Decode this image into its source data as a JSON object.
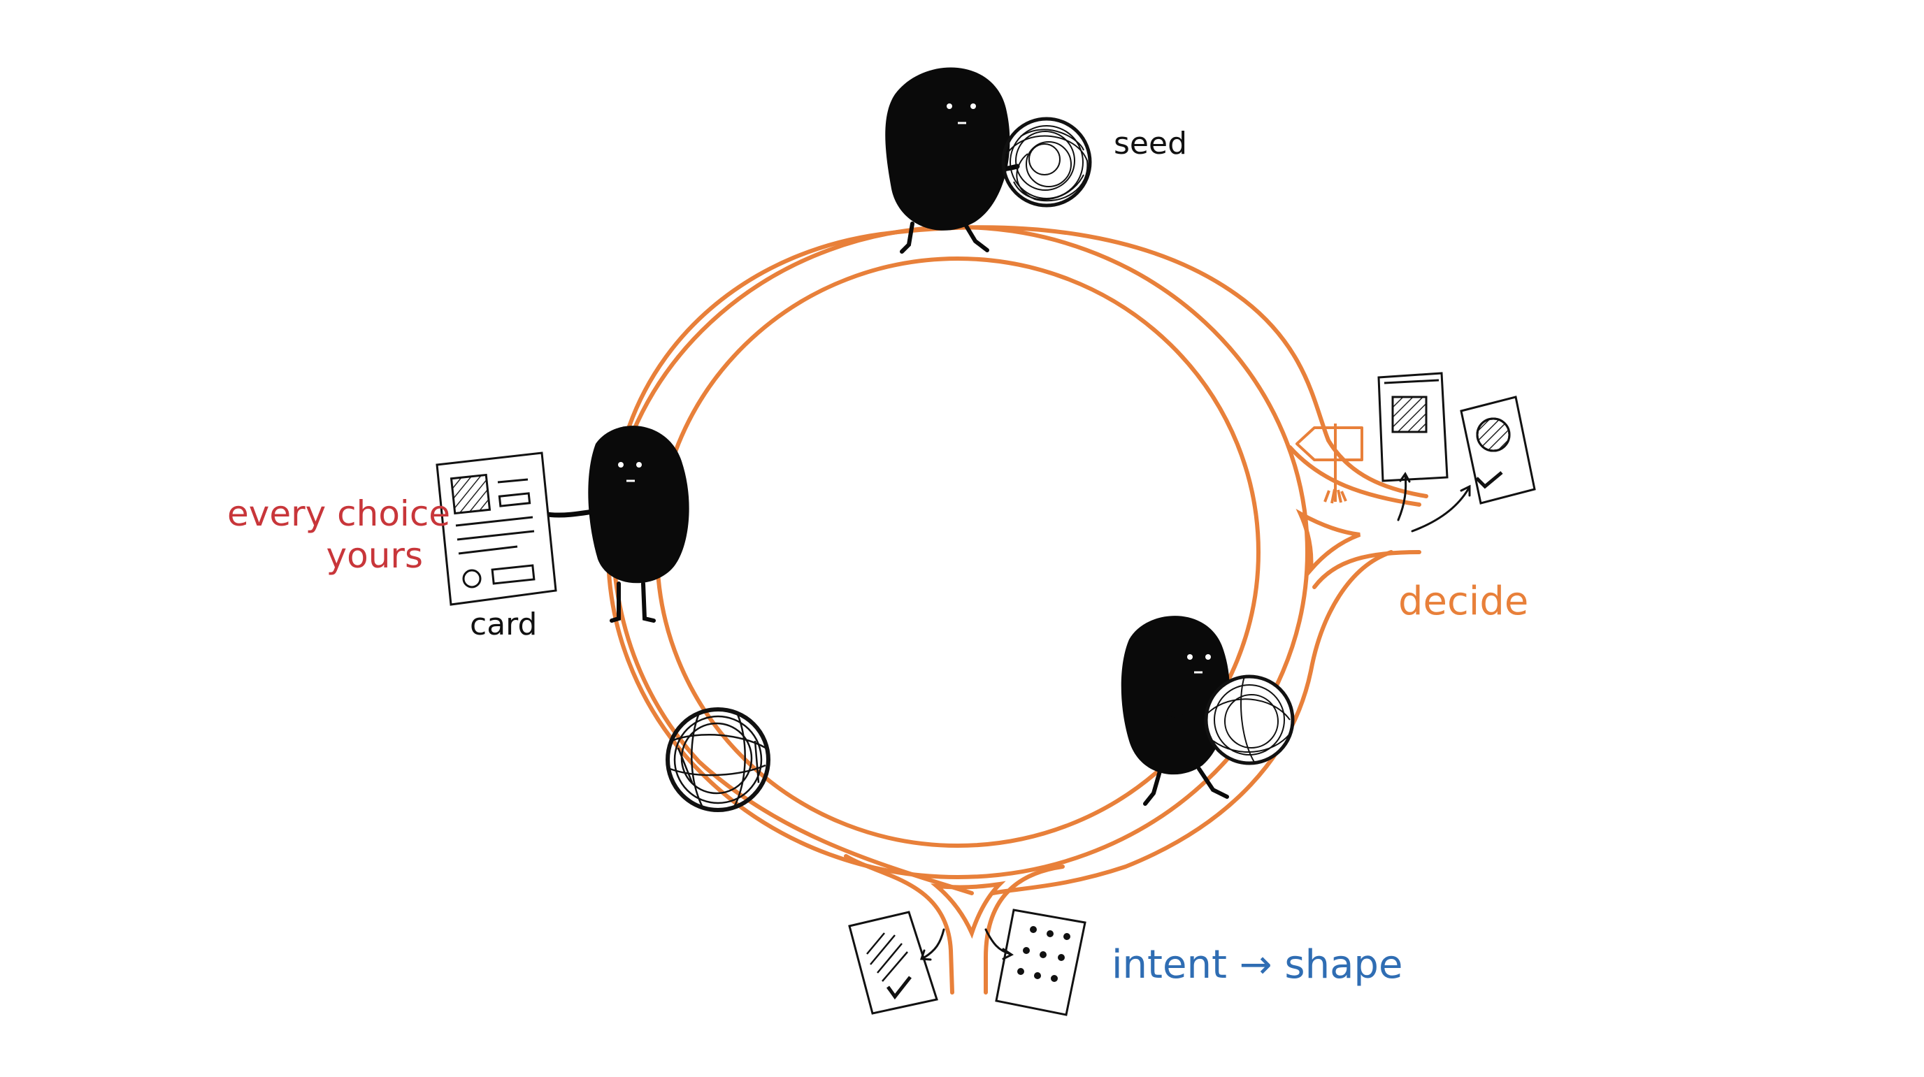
{
  "labels": {
    "seed": "seed",
    "card": "card",
    "every_choice_line1": "every choice",
    "every_choice_line2": "yours",
    "decide": "decide",
    "intent_to_shape": "intent → shape"
  },
  "colors": {
    "loop": "#e8803a",
    "creature": "#0a0a0a",
    "ink": "#1a1a1a",
    "red_text": "#c8363a",
    "orange_text": "#e8803a",
    "blue_text": "#2f6db3"
  },
  "icons": [
    "creature-icon",
    "scribble-ball-icon",
    "card-document-icon",
    "signpost-icon",
    "checkmark-icon",
    "picture-card-icon",
    "dotted-card-icon",
    "hatched-card-icon"
  ]
}
